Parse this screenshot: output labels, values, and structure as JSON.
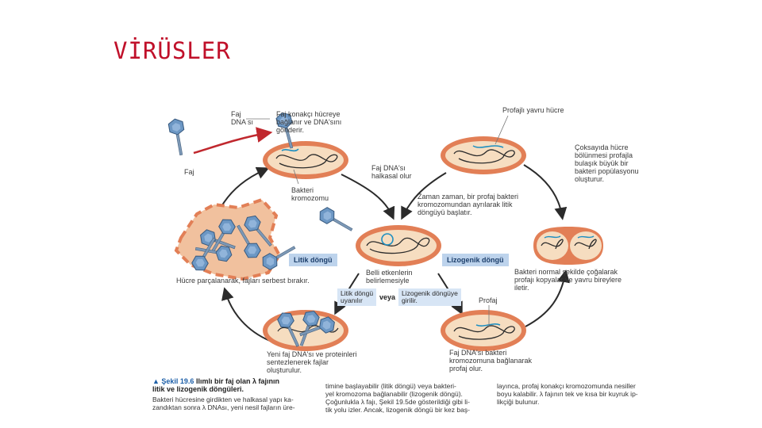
{
  "page": {
    "title": "VİRÜSLER"
  },
  "diagram": {
    "labels": {
      "faj_dna": "Faj\nDNA sı",
      "faj": "Faj",
      "attach": "Faj konakçı hücreye\nbağlanır ve DNA'sını\ngönderir.",
      "bakteri_kromozom": "Bakteri\nkromozomu",
      "halkasal": "Faj DNA'sı\nhalkasal olur",
      "profajli": "Profajlı yavru hücre",
      "coksayida": "Çoksayıda hücre\nbölünmesi profajla\nbulaşık büyük bir\nbakteri popülasyonu\noluşturur.",
      "zaman": "Zaman zaman, bir profaj bakteri\nkromozomundan ayrılarak litik\ndöngüyü başlatır.",
      "belli": "Belli etkenlerin\nbelirlemesiyle",
      "hucre_parcalanarak": "Hücre parçalanarak, fajları serbest bırakır.",
      "bakteri_normal": "Bakteri normal şekilde çoğalarak\nprofajı kopyalar ve yavru bireylere\niletir.",
      "profaj": "Profaj",
      "yeni_faj": "Yeni faj DNA'sı ve proteinleri\nsentezlenerek fajlar\noluşturulur.",
      "faj_dna_bakteri": "Faj DNA'sı bakteri\nkromozomuna bağlanarak\nprofaj olur."
    },
    "tags": {
      "litik": "Litik döngü",
      "lizogenik": "Lizogenik döngü",
      "litik_uyanir": "Litik döngü\nuyanılır",
      "veya": "veya",
      "lizogenik_girilir": "Lizogenik döngüye\ngirilir."
    },
    "caption": {
      "title_prefix": "▲ Şekil 19.6",
      "title_rest": " Ilımlı bir faj olan λ fajının\nlitik ve lizogenik döngüleri.",
      "col1": "Bakteri hücresine girdikten ve halkasal yapı ka-\nzandıktan sonra λ DNAsı, yeni nesil fajların üre-",
      "col2": "timine başlayabilir (litik döngü) veya bakteri-\nyel kromozoma bağlanabilir (lizogenik döngü).\nÇoğunlukla λ fajı, Şekil 19.5de gösterildiği gibi li-\ntik yolu izler. Ancak, lizogenik döngü bir kez baş-",
      "col3": "layınca, profaj konakçı kromozomunda nesiller\nboyu kalabilir. λ fajının tek ve kısa bir kuyruk ip-\nlikçiği bulunur."
    },
    "colors": {
      "cell_outer": "#e27f56",
      "cell_inner": "#f6ddc0",
      "dna_black": "#2b2b2b",
      "dna_blue": "#1e8fc1",
      "arrow_dark": "#2b2b2b",
      "arrow_red": "#c0282e",
      "phage": "#6c97c4",
      "title": "#c0102a"
    }
  }
}
